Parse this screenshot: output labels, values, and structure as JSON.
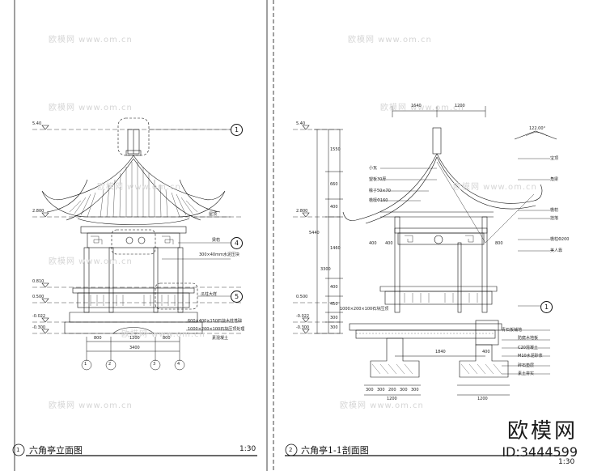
{
  "left_panel": {
    "title": "六角亭立面图",
    "scale": "1:30",
    "number": "1",
    "levels": [
      "5.40",
      "2.800",
      "0.810",
      "0.500",
      "-0.022",
      "-0.300"
    ],
    "dims_bottom_1": [
      "800",
      "1200",
      "800"
    ],
    "dims_bottom_2": "3400",
    "axes": [
      "1",
      "2",
      "3",
      "4"
    ],
    "callouts": [
      "1",
      "4",
      "5"
    ],
    "notes": [
      "屋顶",
      "300×40mm水泥压块",
      "梁枋",
      "瓜柱大样",
      "600×400×150石块木柱基础",
      "1000×200×100石块压顶处理",
      "素混凝土"
    ]
  },
  "right_panel": {
    "title": "六角亭1-1剖面图",
    "scale": "1:30",
    "number": "2",
    "levels": [
      "5.40",
      "2.800",
      "0.500",
      "-0.022",
      "-0.300"
    ],
    "dims_top": [
      "1640",
      "1200"
    ],
    "dims_left": [
      "1550",
      "660",
      "400",
      "1460",
      "400",
      "450",
      "300",
      "300"
    ],
    "dims_left_total": "5440",
    "dims_left_sub": "3300",
    "dims_mid": [
      "400",
      "400",
      "800"
    ],
    "dims_bottom": [
      "1840",
      "400"
    ],
    "dims_footing_1": [
      "300",
      "300",
      "200",
      "300",
      "300"
    ],
    "dims_footing_2": [
      "1200",
      "1200"
    ],
    "angle": "122.00°",
    "detail_ref": "1",
    "notes": [
      "宝顶",
      "小瓦",
      "望板30厚",
      "椽子50×70",
      "角梁",
      "檐檩Φ160",
      "檐枋",
      "挂落",
      "檐柱Φ200",
      "美人靠",
      "青石板铺地",
      "防腐木地板",
      "C20混凝土",
      "M10水泥砂浆",
      "碎石垫层",
      "素土夯实",
      "1000×200×100石块压顶"
    ]
  },
  "watermark": "欧模网  www.om.cn",
  "brand": {
    "logo": "欧模网",
    "id": "ID:3444599"
  }
}
